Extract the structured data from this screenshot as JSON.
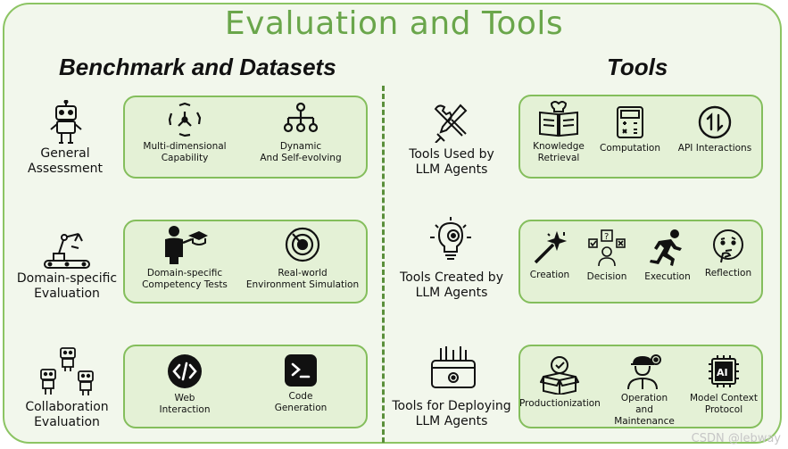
{
  "title": "Evaluation and Tools",
  "left_title": "Benchmark and Datasets",
  "right_title": "Tools",
  "benchmark": [
    {
      "label": "General\nAssessment",
      "icon": "robot-icon",
      "items": [
        {
          "label": "Multi-dimensional\nCapability",
          "icon": "cube-nodes-icon"
        },
        {
          "label": "Dynamic\nAnd Self-evolving",
          "icon": "hierarchy-icon"
        }
      ]
    },
    {
      "label": "Domain-specific\nEvaluation",
      "icon": "robotic-arm-icon",
      "items": [
        {
          "label": "Domain-specific\nCompetency Tests",
          "icon": "teacher-icon"
        },
        {
          "label": "Real-world\nEnvironment Simulation",
          "icon": "target-icon"
        }
      ]
    },
    {
      "label": "Collaboration\nEvaluation",
      "icon": "robot-group-icon",
      "items": [
        {
          "label": "Web\nInteraction",
          "icon": "code-icon"
        },
        {
          "label": "Code\nGeneration",
          "icon": "terminal-icon"
        }
      ]
    }
  ],
  "tools": [
    {
      "label": "Tools Used by\nLLM Agents",
      "icon": "tools-icon",
      "items": [
        {
          "label": "Knowledge\nRetrieval",
          "icon": "book-bulb-icon"
        },
        {
          "label": "Computation",
          "icon": "calculator-icon"
        },
        {
          "label": "API Interactions",
          "icon": "api-arrows-icon"
        }
      ]
    },
    {
      "label": "Tools Created by\nLLM Agents",
      "icon": "bulb-gear-icon",
      "items": [
        {
          "label": "Creation",
          "icon": "magic-wand-icon"
        },
        {
          "label": "Decision",
          "icon": "decision-icon"
        },
        {
          "label": "Execution",
          "icon": "runner-icon"
        },
        {
          "label": "Reflection",
          "icon": "thinking-face-icon"
        }
      ]
    },
    {
      "label": "Tools for Deploying\nLLM Agents",
      "icon": "toolbox-icon",
      "items": [
        {
          "label": "Productionization",
          "icon": "package-icon"
        },
        {
          "label": "Operation\nand Maintenance",
          "icon": "engineer-icon"
        },
        {
          "label": "Model Context\nProtocol",
          "icon": "ai-chip-icon"
        }
      ]
    }
  ],
  "watermark": "CSDN @lebway"
}
